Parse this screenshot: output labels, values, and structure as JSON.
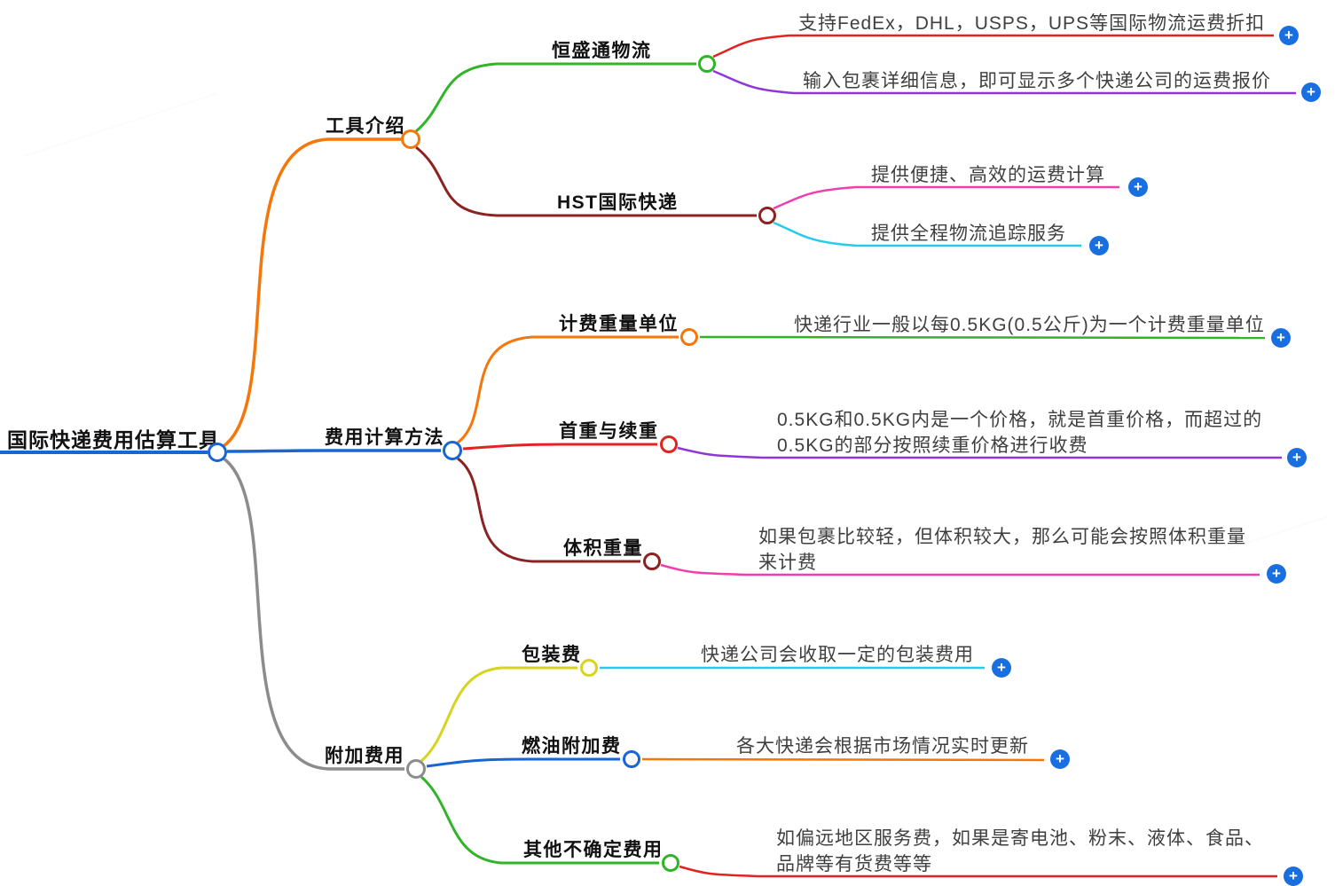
{
  "root": {
    "label": "国际快递费用估算工具"
  },
  "branches": [
    {
      "label": "工具介绍",
      "children": [
        {
          "label": "恒盛通物流",
          "leaves": [
            {
              "lines": [
                "支持FedEx，DHL，USPS，UPS等国际物流运费折扣"
              ]
            },
            {
              "lines": [
                "输入包裹详细信息，即可显示多个快递公司的运费报价"
              ]
            }
          ]
        },
        {
          "label": "HST国际快递",
          "leaves": [
            {
              "lines": [
                "提供便捷、高效的运费计算"
              ]
            },
            {
              "lines": [
                "提供全程物流追踪服务"
              ]
            }
          ]
        }
      ]
    },
    {
      "label": "费用计算方法",
      "children": [
        {
          "label": "计费重量单位",
          "leaves": [
            {
              "lines": [
                "快递行业一般以每0.5KG(0.5公斤)为一个计费重量单位"
              ]
            }
          ]
        },
        {
          "label": "首重与续重",
          "leaves": [
            {
              "lines": [
                "0.5KG和0.5KG内是一个价格，就是首重价格，而超过的",
                "0.5KG的部分按照续重价格进行收费"
              ]
            }
          ]
        },
        {
          "label": "体积重量",
          "leaves": [
            {
              "lines": [
                "如果包裹比较轻，但体积较大，那么可能会按照体积重量",
                "来计费"
              ]
            }
          ]
        }
      ]
    },
    {
      "label": "附加费用",
      "children": [
        {
          "label": "包装费",
          "leaves": [
            {
              "lines": [
                "快递公司会收取一定的包装费用"
              ]
            }
          ]
        },
        {
          "label": "燃油附加费",
          "leaves": [
            {
              "lines": [
                "各大快递会根据市场情况实时更新"
              ]
            }
          ]
        },
        {
          "label": "其他不确定费用",
          "leaves": [
            {
              "lines": [
                "如偏远地区服务费，如果是寄电池、粉末、液体、食品、",
                "品牌等有货费等等"
              ]
            }
          ]
        }
      ]
    }
  ],
  "add_button_label": "+",
  "colors": {
    "blue": "#1766D2",
    "orange": "#F5770A",
    "green": "#2FB527",
    "maroon": "#8C2222",
    "red": "#E32222",
    "purple": "#9036D9",
    "magenta": "#F03EAE",
    "cyan": "#26CBE8",
    "yellow": "#D6D41C",
    "gray": "#8C8C8C",
    "add_button": "#1A6FE0"
  }
}
